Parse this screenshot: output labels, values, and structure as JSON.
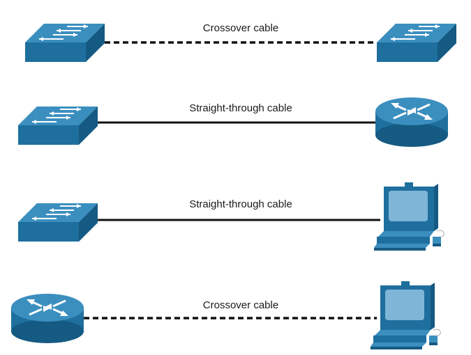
{
  "rows": [
    {
      "label": "Crossover cable",
      "cable_style": "dashed",
      "left_device": "switch",
      "right_device": "switch"
    },
    {
      "label": "Straight-through cable",
      "cable_style": "solid",
      "left_device": "switch",
      "right_device": "router"
    },
    {
      "label": "Straight-through cable",
      "cable_style": "solid",
      "left_device": "switch",
      "right_device": "pc"
    },
    {
      "label": "Crossover cable",
      "cable_style": "dashed",
      "left_device": "router",
      "right_device": "pc"
    }
  ],
  "colors": {
    "device_front": "#1e6f9e",
    "device_top": "#3b8fbf",
    "device_side": "#155a82",
    "screen": "#7fb5d6",
    "cable": "#111111",
    "arrow": "#ffffff"
  }
}
